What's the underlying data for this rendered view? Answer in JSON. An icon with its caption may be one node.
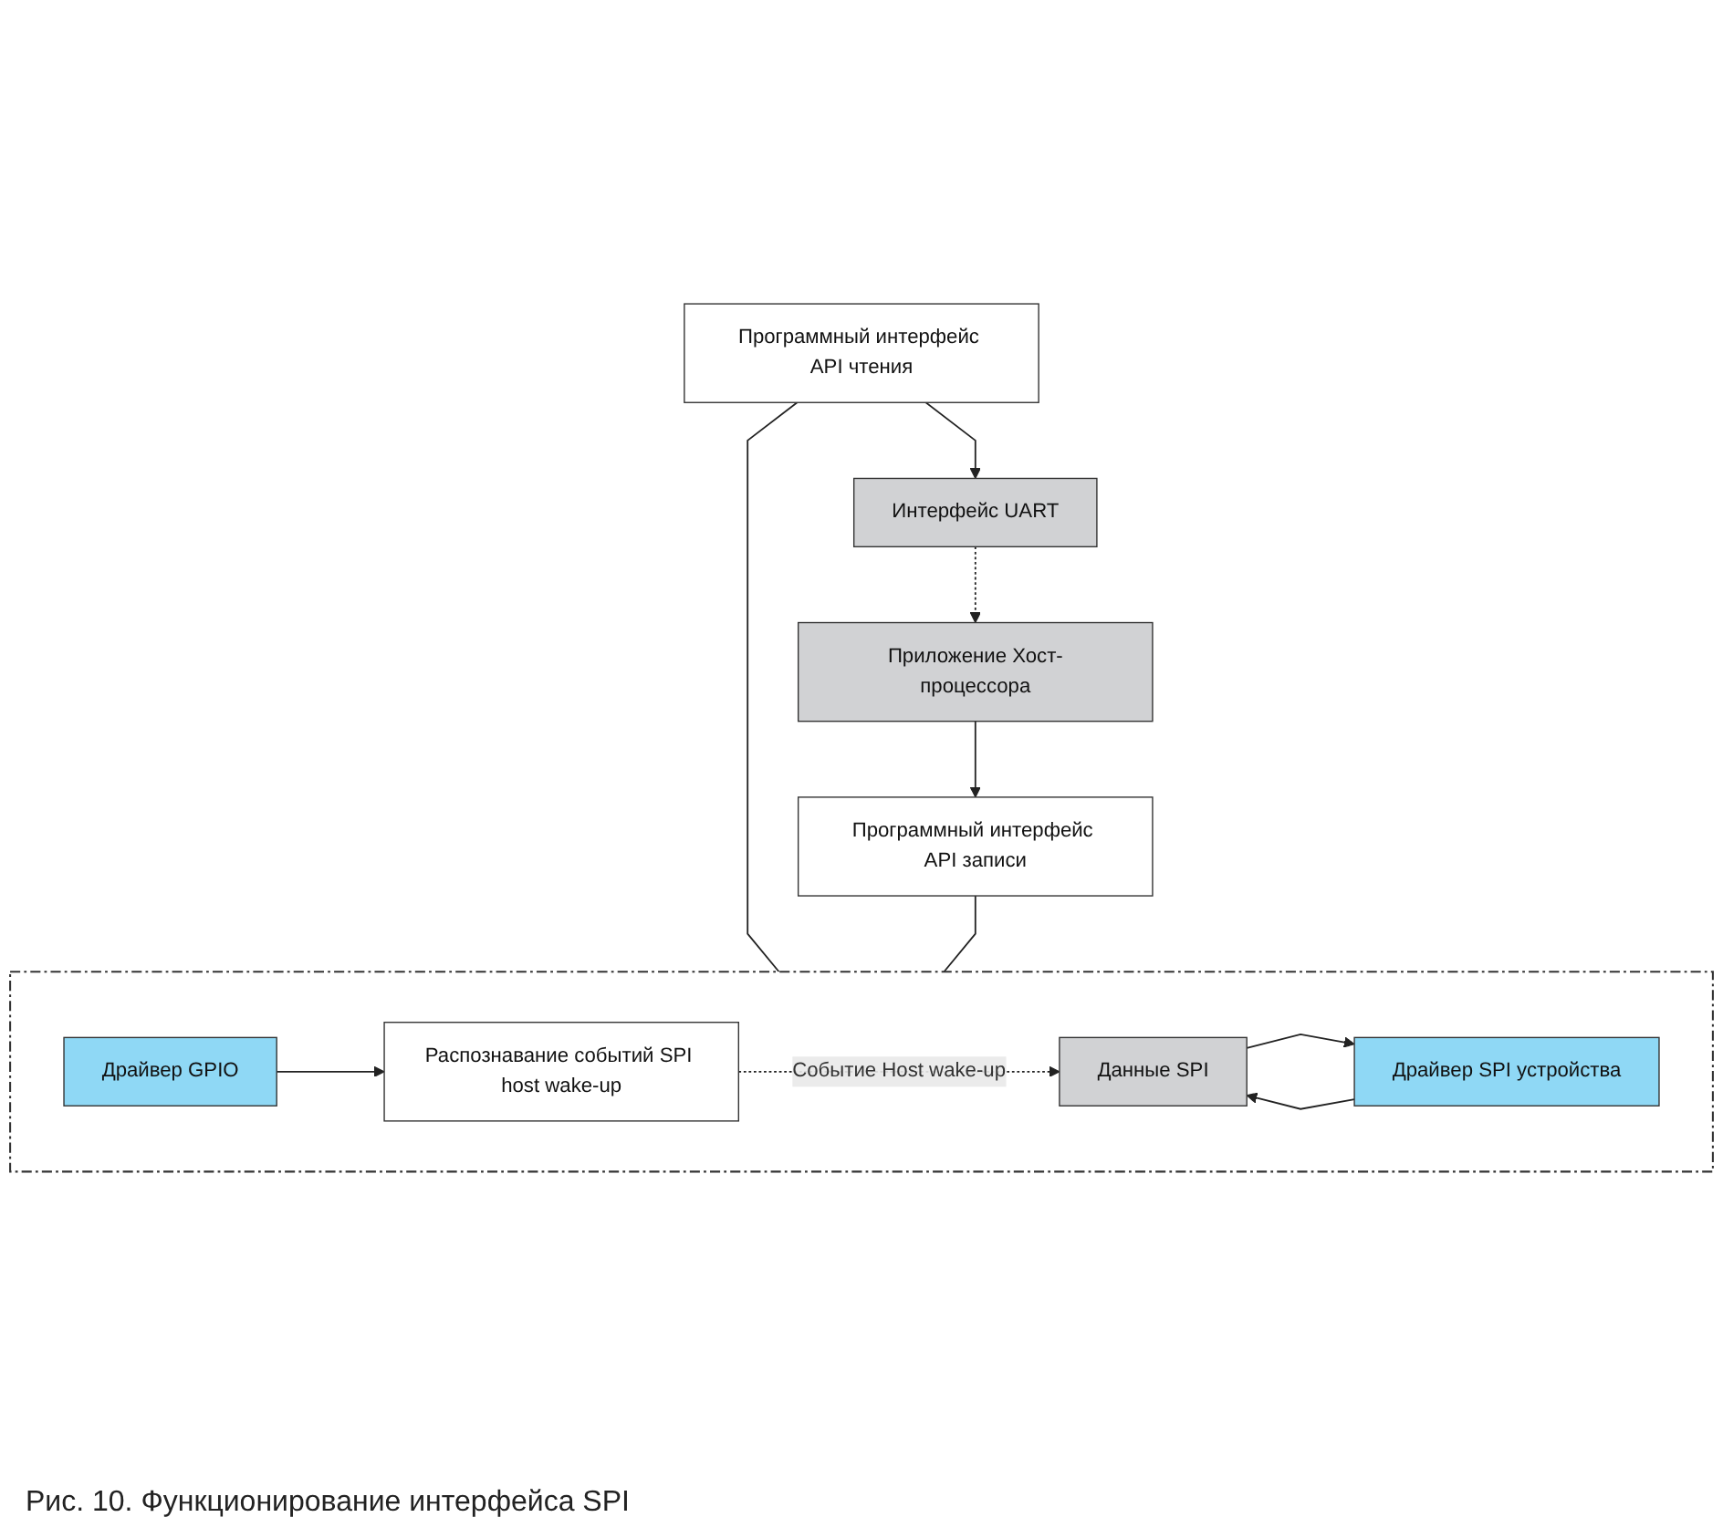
{
  "diagram": {
    "caption": "Рис. 10. Функционирование интерфейса SPI",
    "nodes": [
      {
        "text": [
          "Приложение Хост-процессора"
        ]
      },
      {
        "text": [
          "Интерфейс UART"
        ]
      },
      {
        "text": [
          "Программный интерфейс API чтения"
        ]
      },
      {
        "text": [
          "Программный интерфейс API записи"
        ]
      },
      {
        "text": [],
        "shape": "box"
      },
      {
        "text": [
          "Данные SPI"
        ],
        "in": 4
      },
      {
        "text": [
          "Распознавание событий SPI host wake-up"
        ],
        "in": 4
      },
      {
        "text": [
          "Драйвер SPI устройства"
        ],
        "in": 4
      },
      {
        "text": [
          "Драйвер GPIO"
        ],
        "in": 4
      }
    ],
    "edges": [
      {
        "from": 1,
        "to": 0,
        "arrow": "to",
        "style": "dashed"
      },
      {
        "from": 0,
        "to": 3,
        "arrow": "to"
      },
      {
        "from": 2,
        "to": 1,
        "arrow": "to"
      },
      {
        "from": 2,
        "to": 4,
        "arrow": "none"
      },
      {
        "from": 3,
        "to": 4,
        "arrow": "none"
      },
      {
        "from": 6,
        "to": 5,
        "arrow": "to",
        "style": "dashed",
        "label": "Событие Host wake-up"
      },
      {
        "from": 7,
        "to": 5,
        "arrow": "to"
      },
      {
        "from": 5,
        "to": 7,
        "arrow": "to"
      },
      {
        "from": 8,
        "to": 6,
        "arrow": "to"
      }
    ]
  }
}
